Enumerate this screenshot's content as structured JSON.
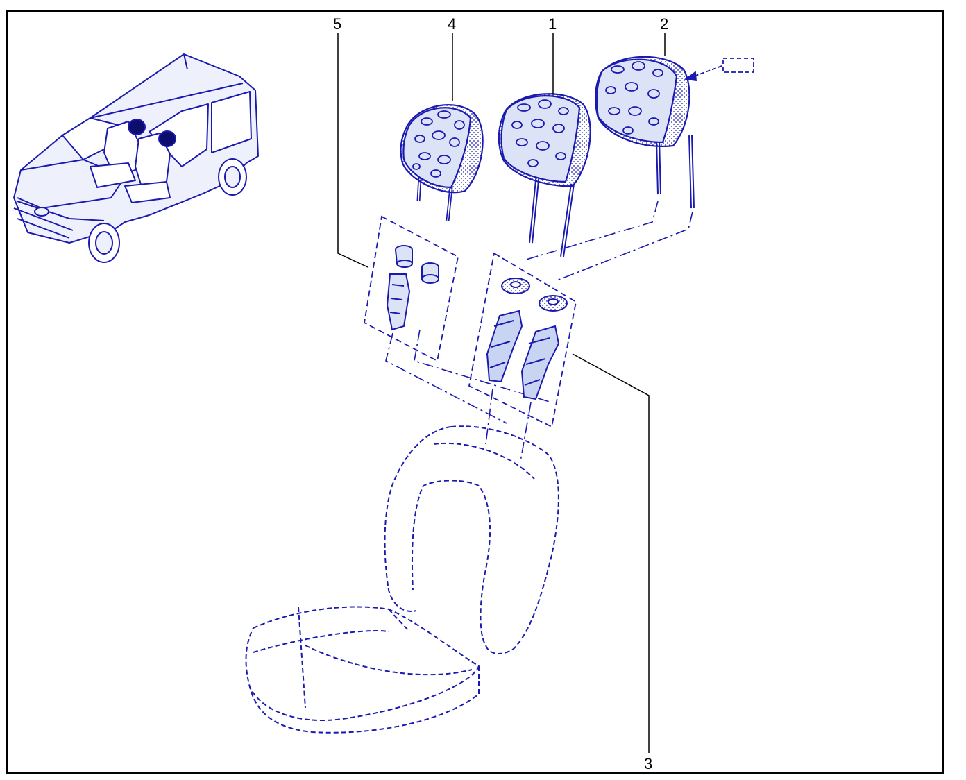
{
  "diagram": {
    "line_color": "#1a1ab0",
    "fill_color": "#c9d3f2",
    "dark_fill": "#0d0d6e",
    "frame_color": "#000000"
  },
  "callouts": {
    "c1": "1",
    "c2": "2",
    "c3": "3",
    "c4": "4",
    "c5": "5"
  },
  "icons": [
    "van-thumbnail",
    "headrest",
    "headrest-guide",
    "seat-outline",
    "blank-label-box"
  ]
}
